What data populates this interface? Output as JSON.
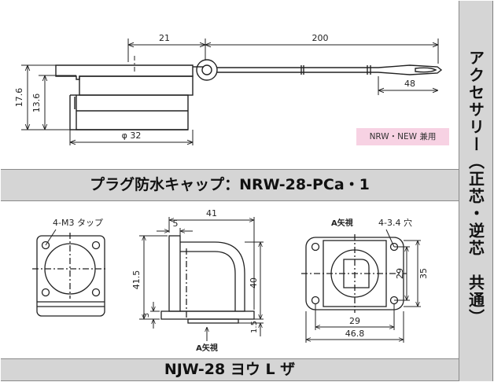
{
  "side_label": "アクセサリー（正芯・逆芯　共通）",
  "top_drawing": {
    "dim_21": "21",
    "dim_200": "200",
    "dim_17_6": "17.6",
    "dim_13_6": "13.6",
    "dim_48": "48",
    "dim_phi32": "φ 32",
    "badge": "NRW・NEW 兼用",
    "caption": "プラグ防水キャップ：NRW-28-PCa・1"
  },
  "bottom_drawing": {
    "left_label": "4-M3 タップ",
    "dim_41": "41",
    "dim_5": "5",
    "dim_41_5": "41.5",
    "dim_40": "40",
    "dim_3": "3",
    "dim_1_5": "1.5",
    "arrow_label": "A矢視",
    "right_view_label": "A矢視",
    "holes_label": "4-3.4 穴",
    "dim_29_v": "29",
    "dim_35": "35",
    "dim_29_h": "29",
    "dim_46_8": "46.8",
    "caption": "NJW-28 ヨウ L ザ"
  },
  "colors": {
    "caption_bg": "#d5d5d5",
    "badge_bg": "#f7d2e3",
    "line": "#222222"
  }
}
